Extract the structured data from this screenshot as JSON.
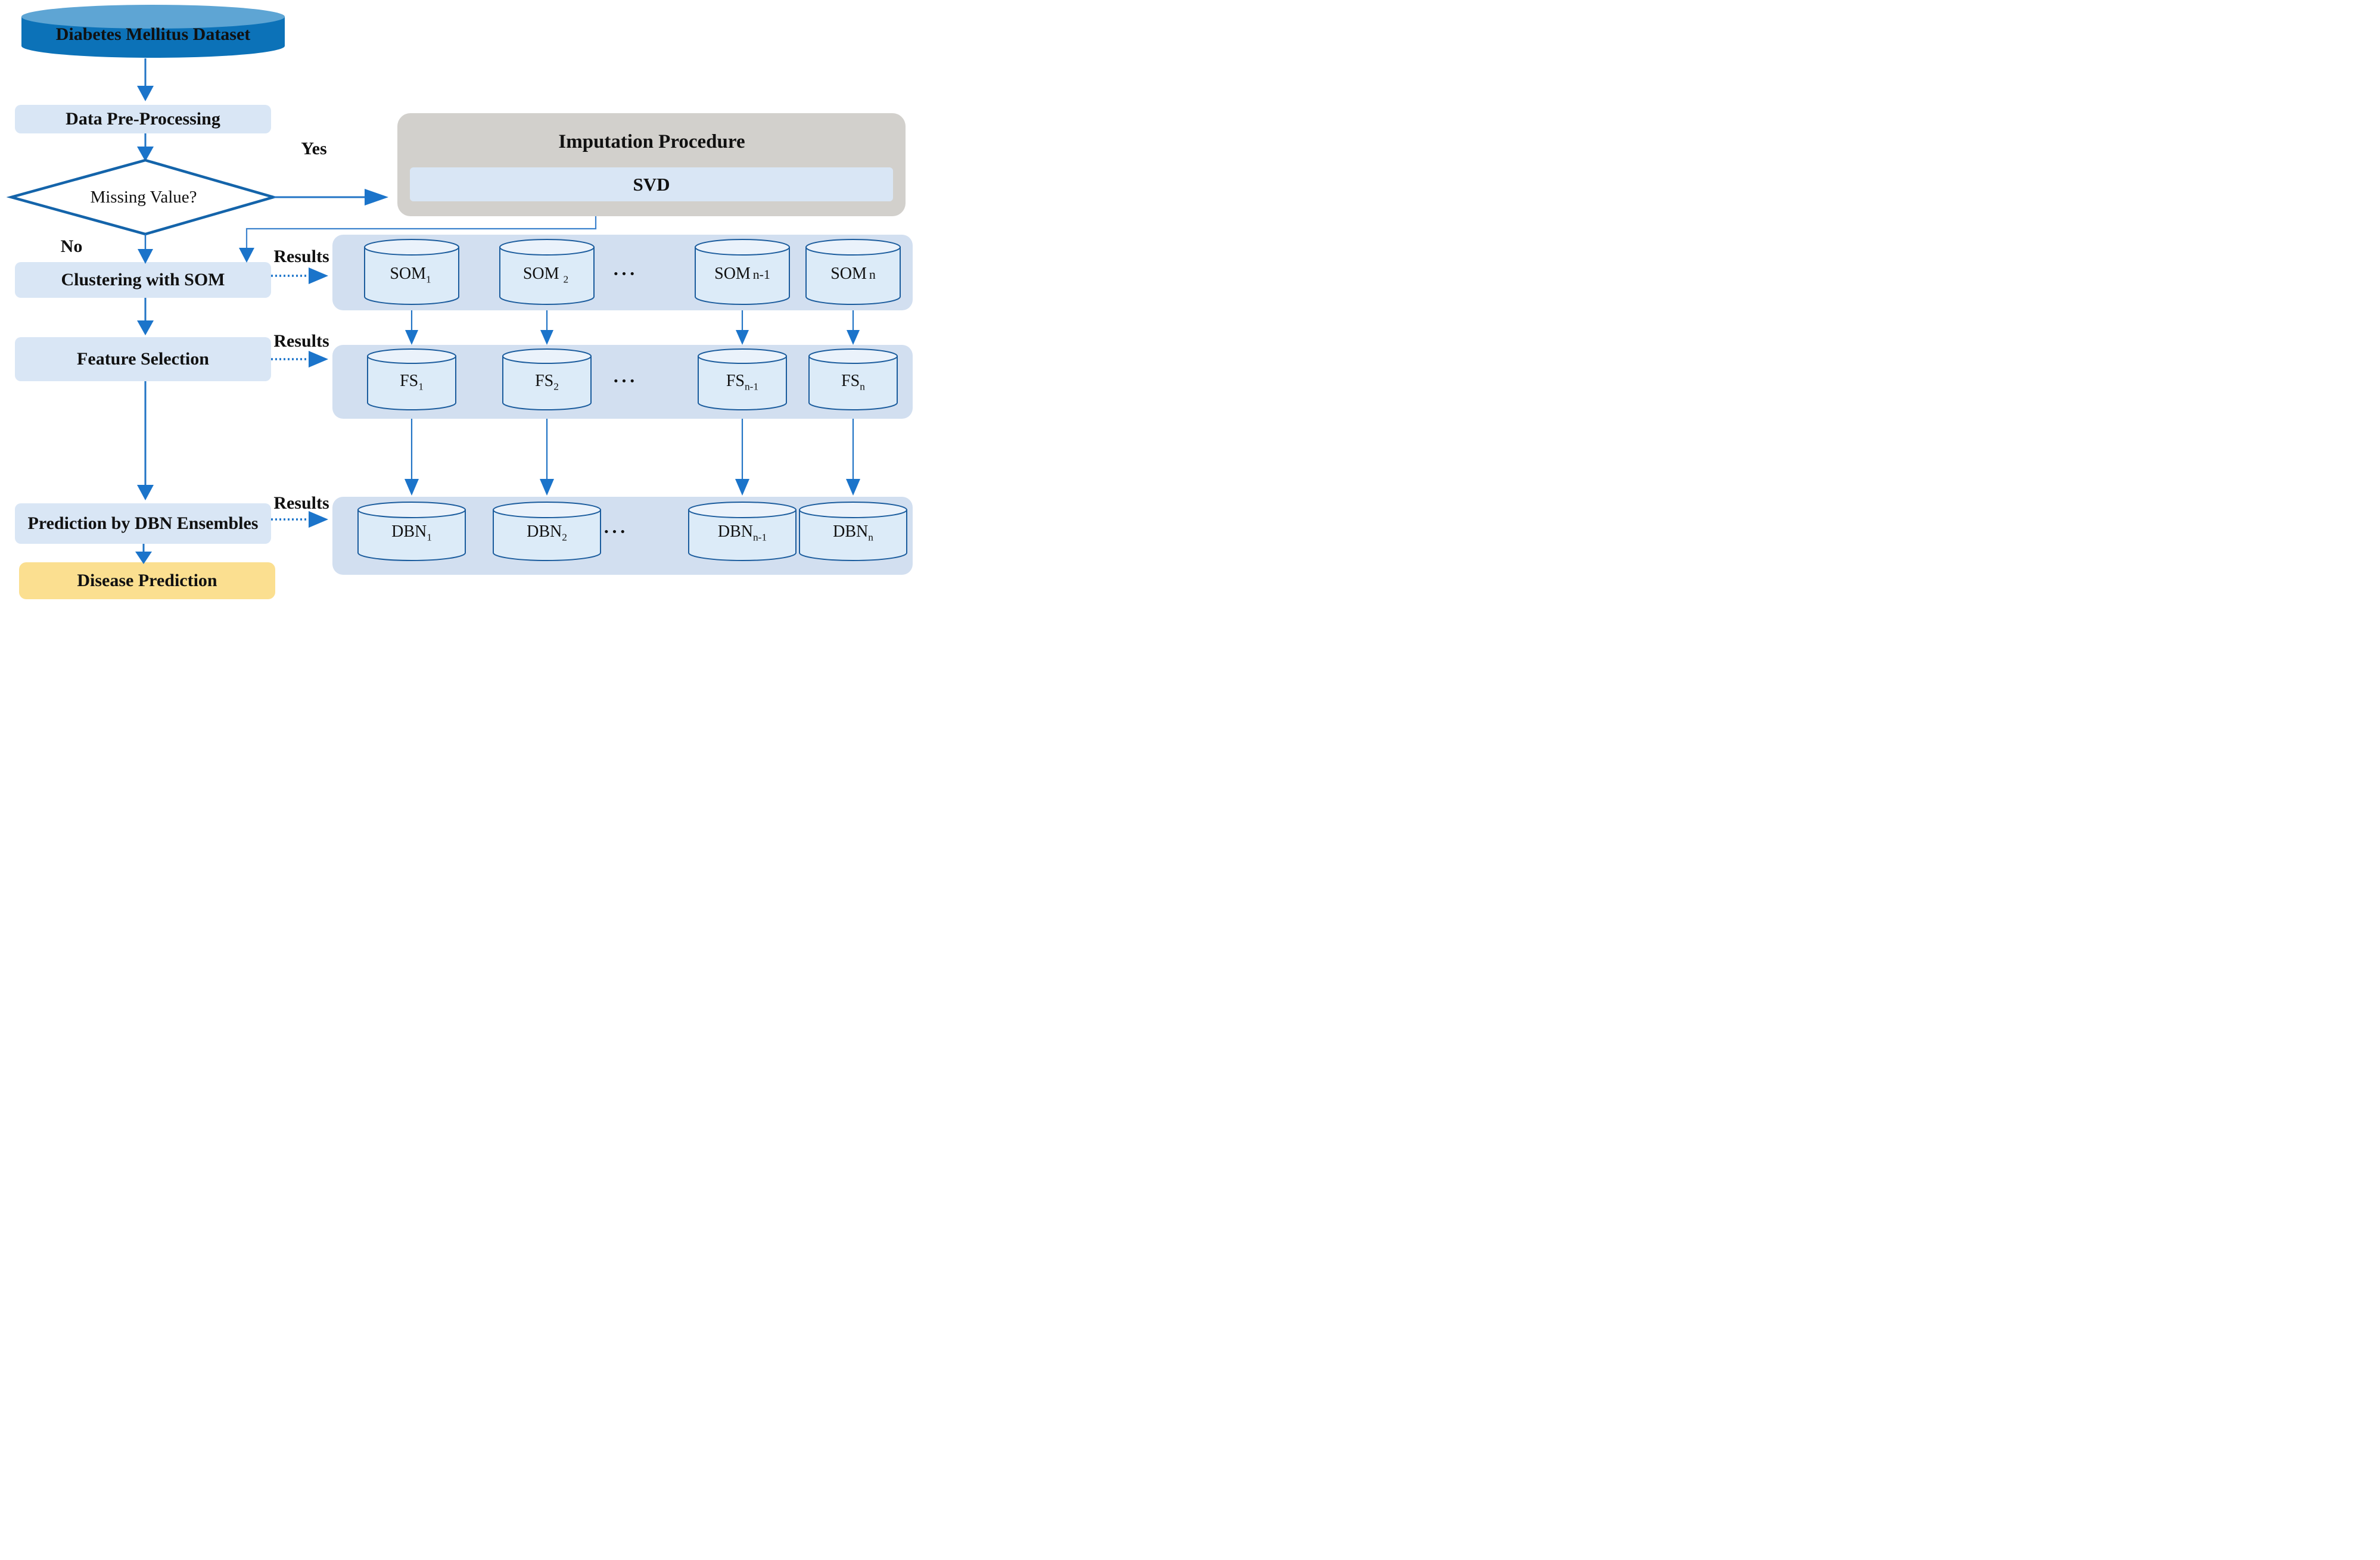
{
  "flow": {
    "dataset_label": "Diabetes Mellitus Dataset",
    "preprocessing_label": "Data Pre-Processing",
    "decision_label": "Missing Value?",
    "yes_label": "Yes",
    "no_label": "No",
    "clustering_label": "Clustering with SOM",
    "feature_selection_label": "Feature Selection",
    "prediction_label": "Prediction by DBN Ensembles",
    "disease_label": "Disease Prediction",
    "results_label": "Results"
  },
  "imputation": {
    "title": "Imputation Procedure",
    "method_label": "SVD"
  },
  "som_row": {
    "dots": "···",
    "items": [
      {
        "base": "SOM",
        "sub": "1"
      },
      {
        "base": "SOM ",
        "sub": "2"
      },
      {
        "base": "SOM",
        "suffix": "n-1"
      },
      {
        "base": "SOM",
        "suffix": "n"
      }
    ]
  },
  "fs_row": {
    "dots": "···",
    "items": [
      {
        "base": "FS",
        "sub": "1"
      },
      {
        "base": "FS",
        "sub": "2"
      },
      {
        "base": "FS",
        "sub": "n-1"
      },
      {
        "base": "FS",
        "sub": "n"
      }
    ]
  },
  "dbn_row": {
    "dots": "···",
    "items": [
      {
        "base": "DBN",
        "sub": "1"
      },
      {
        "base": "DBN",
        "sub": "2"
      },
      {
        "base": "DBN",
        "sub": "n-1"
      },
      {
        "base": "DBN",
        "sub": "n"
      }
    ]
  },
  "colors": {
    "dataset_cylinder_body": "#0c72b8",
    "dataset_cylinder_top": "#5ea5d4",
    "process_box_fill": "#d9e6f5",
    "row_container_fill": "#d2dff0",
    "small_cylinder_body": "#dcebf8",
    "small_cylinder_top": "#eaf2fb",
    "cylinder_stroke": "#1b5c9d",
    "imputation_box_fill": "#d2d0cc",
    "disease_box_fill": "#fbdf90",
    "arrow_blue": "#1b74ca",
    "diamond_border": "#1464aa",
    "text_color": "#111111"
  }
}
